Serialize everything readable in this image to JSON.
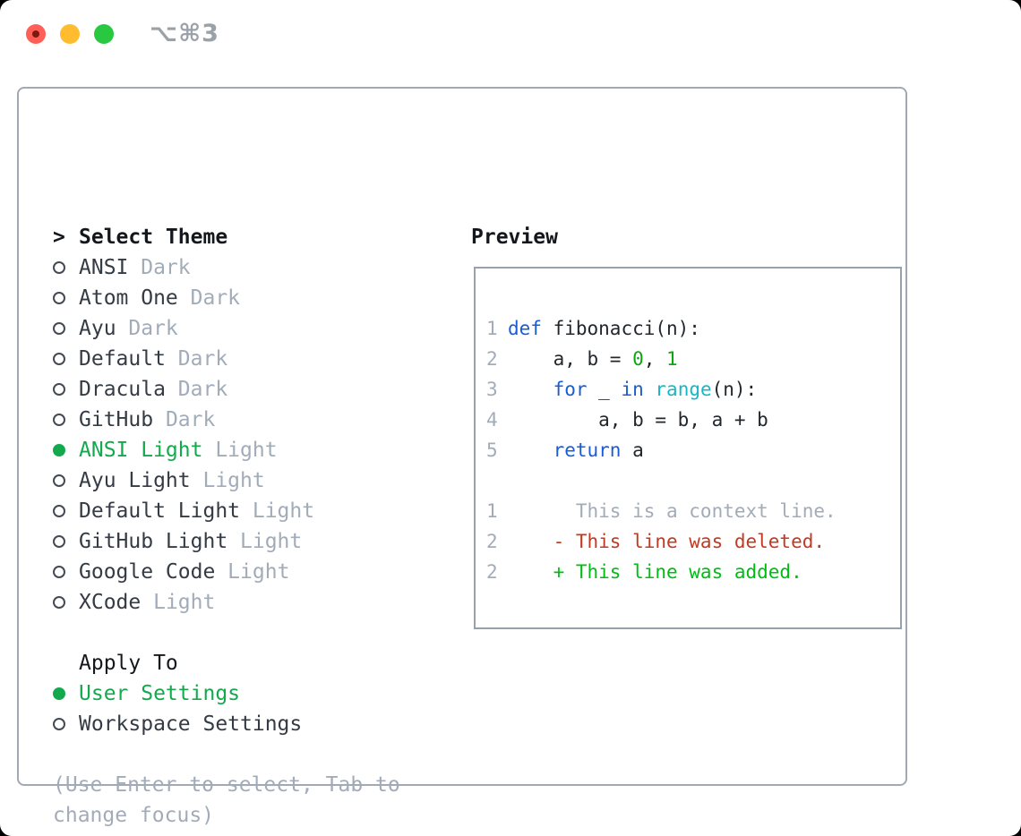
{
  "titlebar": {
    "shortcut": "⌥⌘3"
  },
  "colors": {
    "selection_green": "#13a94d",
    "added_green": "#00bd13",
    "deleted_red": "#c23a22",
    "keyword_blue": "#1a5cd6",
    "builtin_cyan": "#16b7c6",
    "number_green": "#0aa80f",
    "code_fg": "#22272e",
    "muted_gray": "#a2acb9",
    "text_dark": "#343b44",
    "traffic_red": "#ff5f57",
    "traffic_yellow": "#febc2e",
    "traffic_green": "#28c840"
  },
  "theme_panel": {
    "header_marker": ">",
    "header": "Select Theme",
    "items": [
      {
        "name": "ANSI",
        "variant": "Dark",
        "selected": false
      },
      {
        "name": "Atom One",
        "variant": "Dark",
        "selected": false
      },
      {
        "name": "Ayu",
        "variant": "Dark",
        "selected": false
      },
      {
        "name": "Default",
        "variant": "Dark",
        "selected": false
      },
      {
        "name": "Dracula",
        "variant": "Dark",
        "selected": false
      },
      {
        "name": "GitHub",
        "variant": "Dark",
        "selected": false
      },
      {
        "name": "ANSI Light",
        "variant": "Light",
        "selected": true
      },
      {
        "name": "Ayu Light",
        "variant": "Light",
        "selected": false
      },
      {
        "name": "Default Light",
        "variant": "Light",
        "selected": false
      },
      {
        "name": "GitHub Light",
        "variant": "Light",
        "selected": false
      },
      {
        "name": "Google Code",
        "variant": "Light",
        "selected": false
      },
      {
        "name": "XCode",
        "variant": "Light",
        "selected": false
      }
    ],
    "apply_to": {
      "header": "Apply To",
      "options": [
        {
          "label": "User Settings",
          "selected": true
        },
        {
          "label": "Workspace Settings",
          "selected": false
        }
      ]
    },
    "help": [
      "(Use Enter to select, Tab to",
      "change focus)"
    ]
  },
  "preview": {
    "header": "Preview",
    "lines": [
      {
        "num": "1",
        "tokens": [
          [
            "kw",
            "def"
          ],
          [
            "fg",
            " fibonacci(n):"
          ]
        ]
      },
      {
        "num": "2",
        "tokens": [
          [
            "fg",
            "    a, b = "
          ],
          [
            "num",
            "0"
          ],
          [
            "fg",
            ", "
          ],
          [
            "num",
            "1"
          ]
        ]
      },
      {
        "num": "3",
        "tokens": [
          [
            "fg",
            "    "
          ],
          [
            "kw",
            "for"
          ],
          [
            "fg",
            " _ "
          ],
          [
            "kw",
            "in"
          ],
          [
            "fg",
            " "
          ],
          [
            "cy",
            "range"
          ],
          [
            "fg",
            "(n):"
          ]
        ]
      },
      {
        "num": "4",
        "tokens": [
          [
            "fg",
            "        a, b = b, a + b"
          ]
        ]
      },
      {
        "num": "5",
        "tokens": [
          [
            "fg",
            "    "
          ],
          [
            "kw",
            "return"
          ],
          [
            "fg",
            " a"
          ]
        ]
      },
      {
        "num": "",
        "tokens": []
      },
      {
        "num": "1",
        "tokens": [
          [
            "muted",
            "      This is a context line."
          ]
        ]
      },
      {
        "num": "2",
        "tokens": [
          [
            "del",
            "    - This line was deleted."
          ]
        ]
      },
      {
        "num": "2",
        "tokens": [
          [
            "add",
            "    + This line was added."
          ]
        ]
      }
    ]
  }
}
